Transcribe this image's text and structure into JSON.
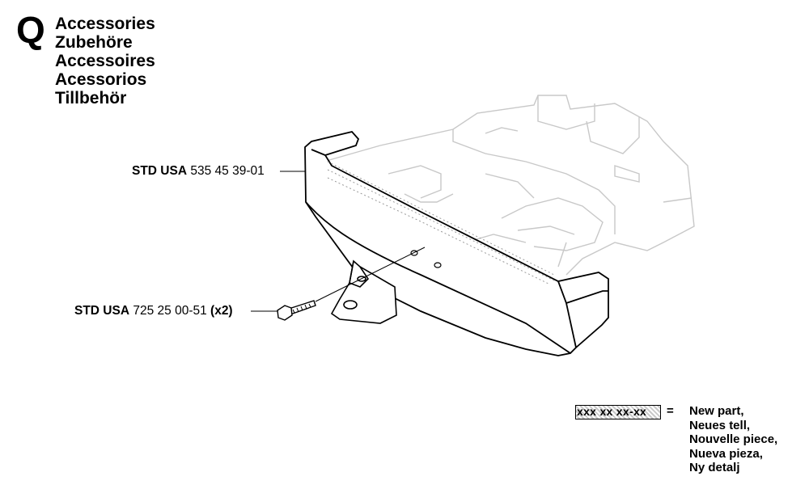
{
  "section_letter": "Q",
  "titles": [
    "Accessories",
    "Zubehöre",
    "Accessoires",
    "Acessorios",
    "Tillbehör"
  ],
  "parts": [
    {
      "prefix": "STD USA",
      "number": "535 45 39-01",
      "qty": ""
    },
    {
      "prefix": "STD USA",
      "number": "725 25 00-51",
      "qty": "(x2)"
    }
  ],
  "legend": {
    "sample": "xxx xx xx-xx",
    "equals": "=",
    "meanings": [
      "New part,",
      "Neues tell,",
      "Nouvelle piece,",
      "Nueva pieza,",
      "Ny detalj"
    ]
  }
}
